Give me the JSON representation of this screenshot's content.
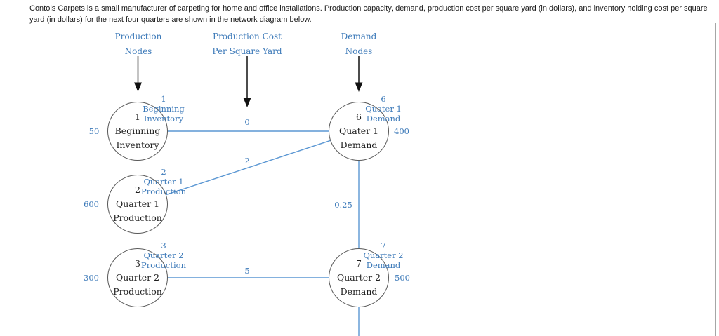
{
  "intro": "Contois Carpets is a small manufacturer of carpeting for home and office installations. Production capacity, demand, production cost per square yard (in dollars), and inventory holding cost per square yard (in dollars) for the next four quarters are shown in the network diagram below.",
  "column_headers": {
    "production_nodes": {
      "line1": "Production",
      "line2": "Nodes"
    },
    "production_cost": {
      "line1": "Production Cost",
      "line2": "Per Square Yard"
    },
    "demand_nodes": {
      "line1": "Demand",
      "line2": "Nodes"
    }
  },
  "nodes": [
    {
      "id": "1",
      "line1": "Beginning",
      "line2": "Inventory",
      "side_value": "50",
      "side_meaning": "capacity"
    },
    {
      "id": "2",
      "line1": "Quarter 1",
      "line2": "Production",
      "side_value": "600",
      "side_meaning": "capacity"
    },
    {
      "id": "3",
      "line1": "Quarter 2",
      "line2": "Production",
      "side_value": "300",
      "side_meaning": "capacity"
    },
    {
      "id": "6",
      "line1": "Quater 1",
      "line2": "Demand",
      "side_value": "400",
      "side_meaning": "demand"
    },
    {
      "id": "7",
      "line1": "Quarter 2",
      "line2": "Demand",
      "side_value": "500",
      "side_meaning": "demand"
    }
  ],
  "edges": [
    {
      "from": "1",
      "to": "6",
      "label": "0"
    },
    {
      "from": "2",
      "to": "6",
      "label": "2"
    },
    {
      "from": "3",
      "to": "7",
      "label": "5"
    },
    {
      "from": "6",
      "to": "7",
      "label": "0.25"
    }
  ],
  "colors": {
    "accent_blue_text": "#3d7ab9",
    "edge_blue": "#5b97d3",
    "node_stroke": "#595959",
    "arrow_black": "#111111"
  }
}
